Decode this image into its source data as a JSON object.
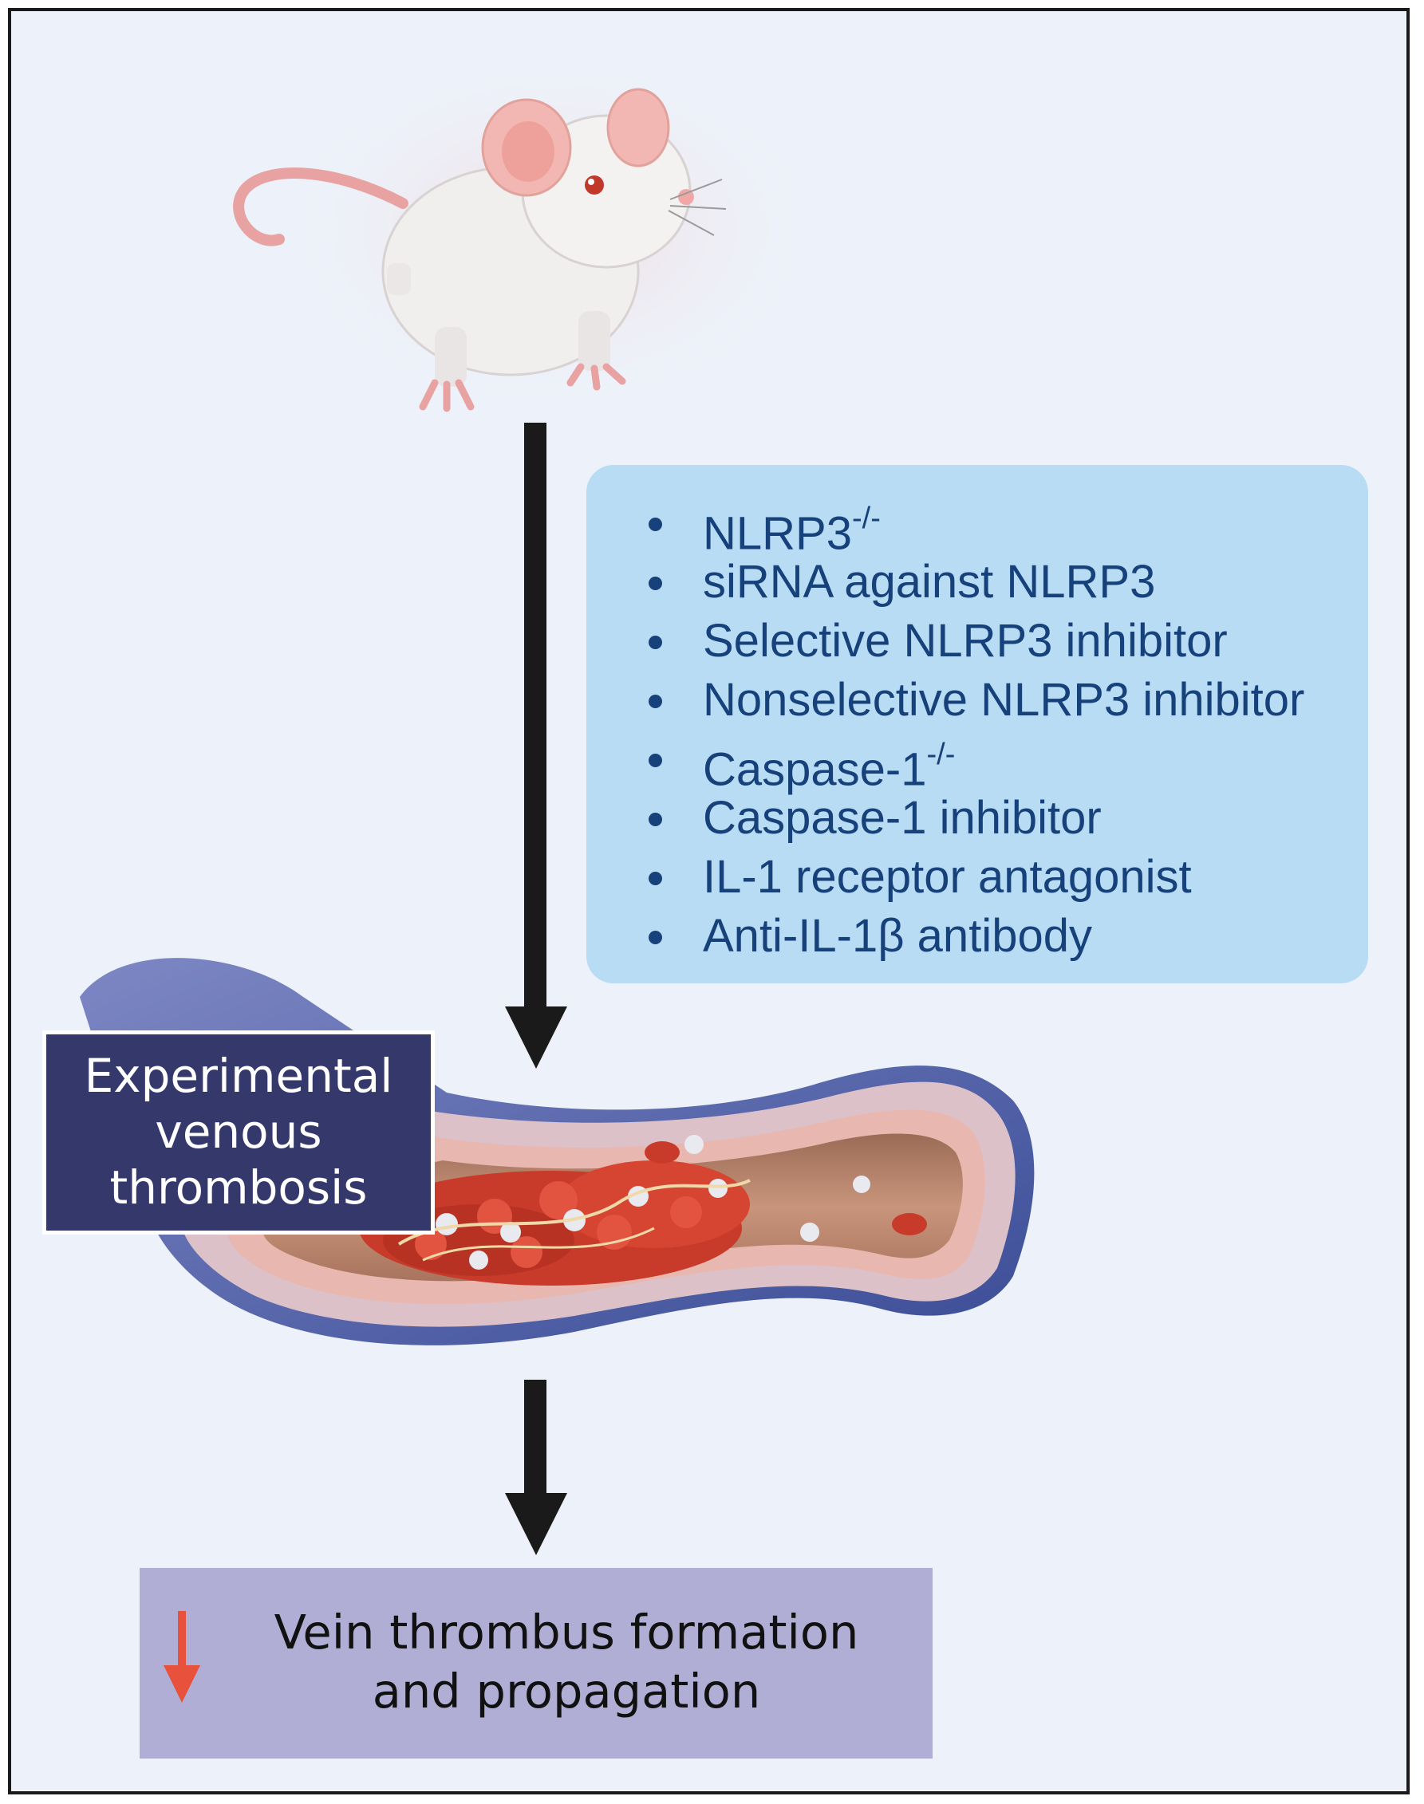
{
  "treatments": {
    "items": [
      {
        "text": "NLRP3",
        "sup": "-/-"
      },
      {
        "text": "siRNA against NLRP3",
        "sup": ""
      },
      {
        "text": "Selective NLRP3 inhibitor",
        "sup": ""
      },
      {
        "text": "Nonselective NLRP3 inhibitor",
        "sup": ""
      },
      {
        "text": "Caspase-1",
        "sup": "-/-"
      },
      {
        "text": "Caspase-1 inhibitor",
        "sup": ""
      },
      {
        "text": "IL-1 receptor antagonist",
        "sup": ""
      },
      {
        "text": "Anti-IL-1β antibody",
        "sup": ""
      }
    ]
  },
  "model_label": {
    "line1": "Experimental",
    "line2": "venous",
    "line3": "thrombosis"
  },
  "outcome": {
    "line1": "Vein thrombus formation",
    "line2": "and propagation",
    "icon": "down-arrow-icon"
  },
  "colors": {
    "background": "#edf2fa",
    "list_box": "#b8dcf3",
    "list_text": "#17417a",
    "label_box": "#34386b",
    "outcome_box": "#b1aed6",
    "down_arrow": "#e8513c"
  }
}
